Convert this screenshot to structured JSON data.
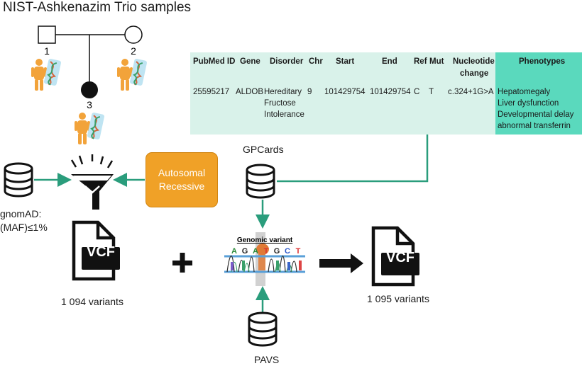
{
  "title": "NIST-Ashkenazim Trio samples",
  "pedigree": {
    "father_num": "1",
    "mother_num": "2",
    "child_num": "3"
  },
  "filters": {
    "gnomad_label_line1": "gnomAD:",
    "gnomad_label_line2": "(MAF)≤1%",
    "autosomal_line1": "Autosomal",
    "autosomal_line2": "Recessive"
  },
  "vcf_left": {
    "icon_text": "VCF",
    "caption": "1 094 variants"
  },
  "vcf_right": {
    "icon_text": "VCF",
    "caption": "1 095 variants"
  },
  "plus": "+",
  "gpcards_label": "GPCards",
  "pavs_label": "PAVS",
  "genomic_variant": {
    "title": "Genomic variant",
    "bases": [
      "A",
      "G",
      "A",
      "T",
      "G",
      "C",
      "T"
    ]
  },
  "table": {
    "headers": [
      "PubMed ID",
      "Gene",
      "Disorder",
      "Chr",
      "Start",
      "End",
      "Ref",
      "Mut",
      "Nucleotide",
      "change",
      "Phenotypes"
    ],
    "row": {
      "pubmed": "25595217",
      "gene": "ALDOB",
      "disorder": [
        "Hereditary",
        "Fructose",
        "Intolerance"
      ],
      "chr": "9",
      "start": "101429754",
      "end": "101429754",
      "ref": "C",
      "mut": "T",
      "nucleotide": "c.324+1G>A",
      "phenotypes": [
        "Hepatomegaly",
        "Liver dysfunction",
        "Developmental delay",
        "abnormal transferrin"
      ]
    }
  },
  "colors": {
    "arrow": "#2a9d7c",
    "table_bg": "#d9f2ea",
    "phenotype_bg": "#5ad9bd",
    "autosomal_bg": "#f0a127",
    "person": "#f2a33a"
  }
}
